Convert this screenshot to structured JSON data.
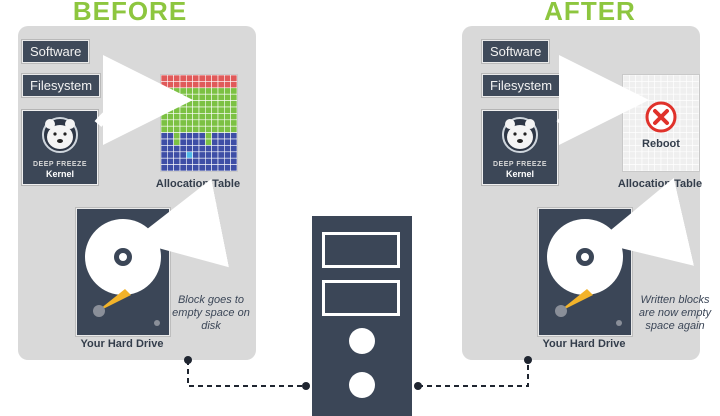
{
  "before": {
    "heading": "BEFORE",
    "software_label": "Software",
    "filesystem_label": "Filesystem",
    "kernel_brand": "DEEP FREEZE",
    "kernel_label": "Kernel",
    "allocation_caption": "Allocation Table",
    "drive_caption": "Your Hard Drive",
    "note": "Block goes to empty space on disk"
  },
  "after": {
    "heading": "AFTER",
    "software_label": "Software",
    "filesystem_label": "Filesystem",
    "kernel_brand": "DEEP FREEZE",
    "kernel_label": "Kernel",
    "reboot_label": "Reboot",
    "allocation_caption": "Allocation Table",
    "drive_caption": "Your Hard Drive",
    "note": "Written blocks are now empty space again"
  },
  "colors": {
    "heading": "#8dc63f",
    "panel": "#d9d9d9",
    "dark": "#3b4657",
    "grid_red": "#e05a5a",
    "grid_green": "#7cc143",
    "grid_blue": "#3e4ea6",
    "grid_cyan": "#4fb8e8",
    "needle": "#f2b32a",
    "reboot_x": "#e0322b"
  },
  "icons": {
    "kernel": "polar-bear-icon",
    "arrow": "curved-arrow-icon",
    "reboot": "close-icon"
  }
}
